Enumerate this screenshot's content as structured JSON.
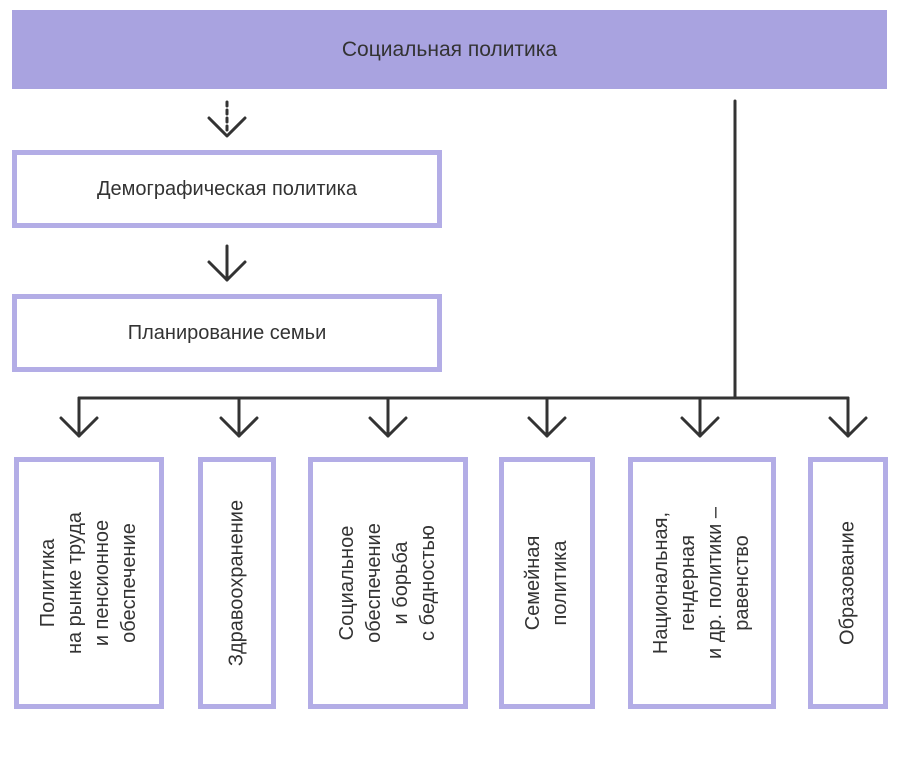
{
  "header": {
    "title": "Социальная политика"
  },
  "chain": [
    {
      "label": "Демографическая политика"
    },
    {
      "label": "Планирование семьи"
    }
  ],
  "branches": [
    {
      "label": "Политика\nна рынке труда\nи пенсионное\nобеспечение"
    },
    {
      "label": "Здравоохранение"
    },
    {
      "label": "Социальное\nобеспечение\nи борьба\nс бедностью"
    },
    {
      "label": "Семейная\nполитика"
    },
    {
      "label": "Национальная,\nгендерная\nи др. политики –\nравенство"
    },
    {
      "label": "Образование"
    }
  ],
  "colors": {
    "header_fill": "#a9a3e0",
    "box_border": "#b3ade6",
    "connector": "#333333"
  }
}
